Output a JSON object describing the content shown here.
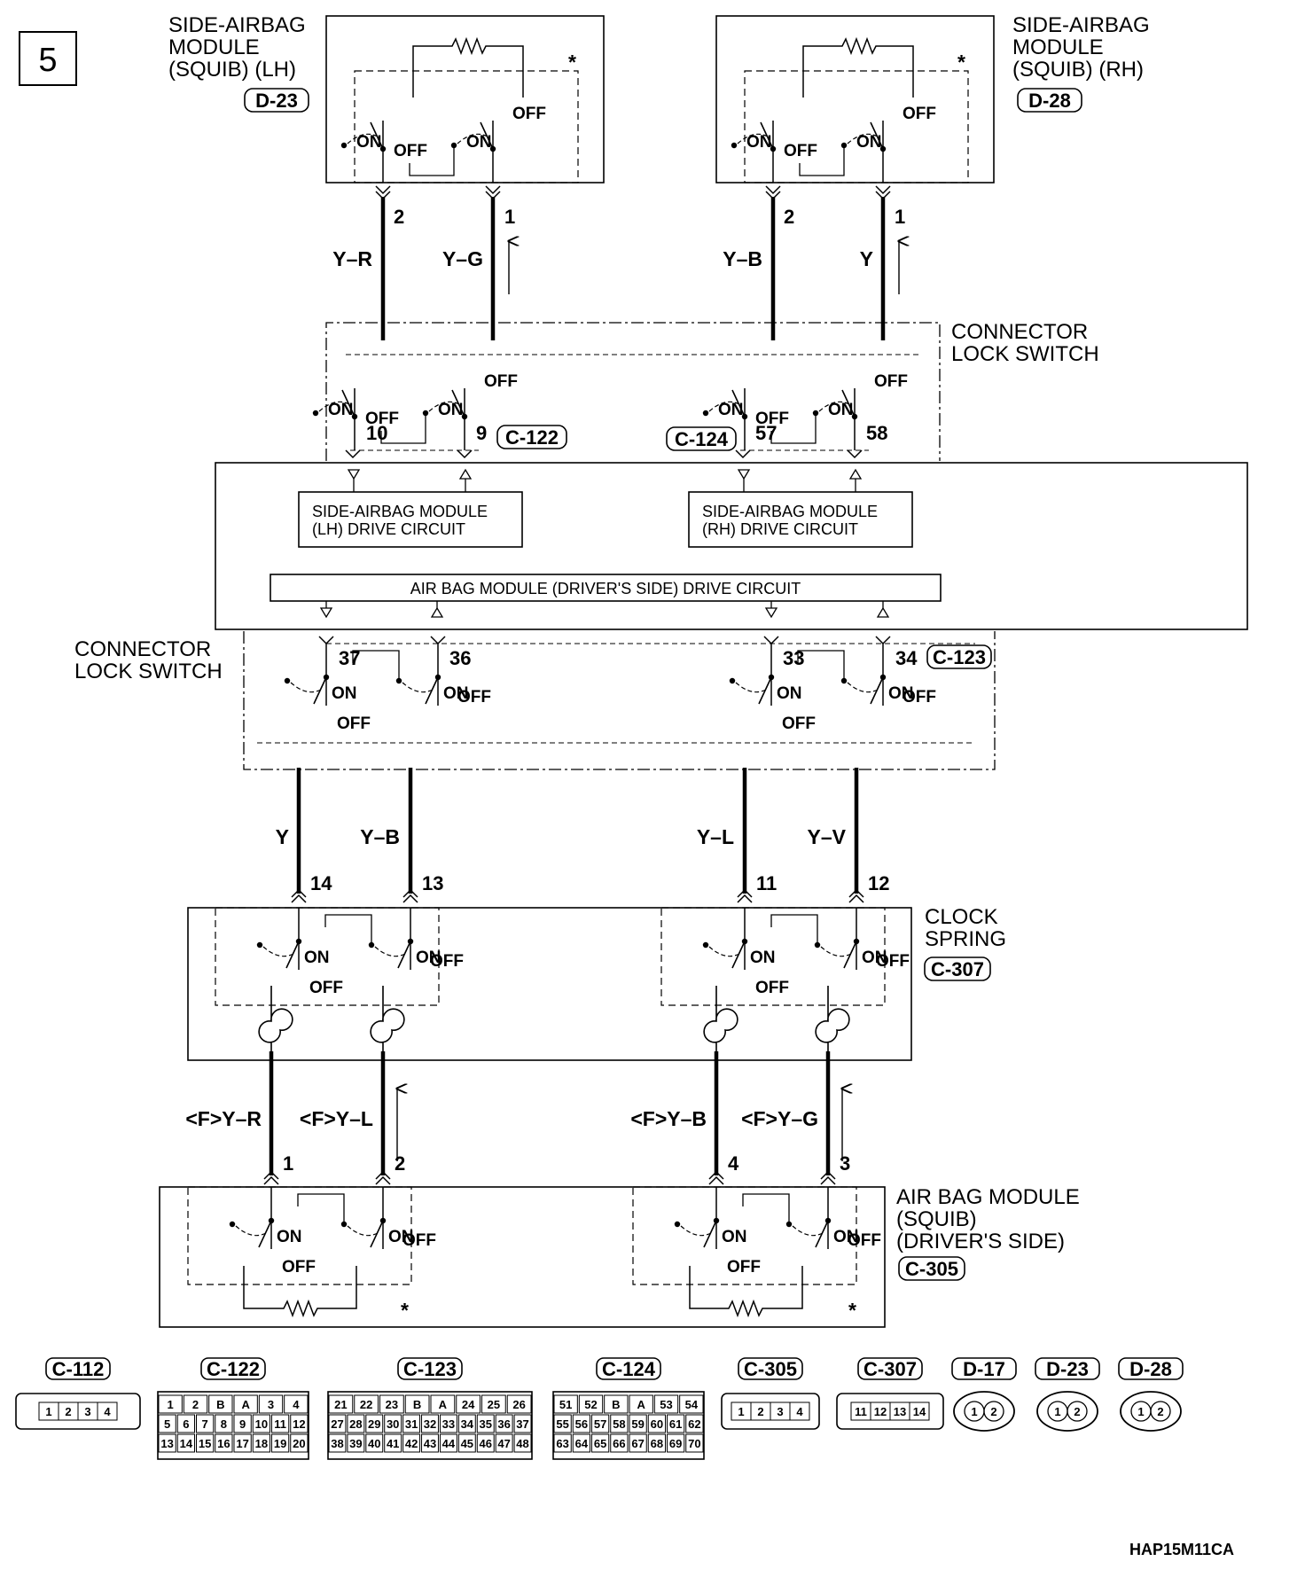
{
  "page_number": "5",
  "figure_code": "HAP15M11CA",
  "labels": {
    "sab_lh": [
      "SIDE-AIRBAG",
      "MODULE",
      "(SQUIB) (LH)"
    ],
    "sab_rh": [
      "SIDE-AIRBAG",
      "MODULE",
      "(SQUIB) (RH)"
    ],
    "cls_upper": [
      "CONNECTOR",
      "LOCK SWITCH"
    ],
    "cls_lower": [
      "CONNECTOR",
      "LOCK SWITCH"
    ],
    "clock_spring": [
      "CLOCK",
      "SPRING"
    ],
    "airbag_driver": [
      "AIR BAG MODULE",
      "(SQUIB)",
      "(DRIVER'S SIDE)"
    ],
    "lh_drive": [
      "SIDE-AIRBAG MODULE",
      "(LH) DRIVE CIRCUIT"
    ],
    "rh_drive": [
      "SIDE-AIRBAG MODULE",
      "(RH) DRIVE CIRCUIT"
    ],
    "driver_drive": "AIR BAG MODULE (DRIVER'S SIDE) DRIVE CIRCUIT"
  },
  "connector_ids": {
    "d23": "D-23",
    "d28": "D-28",
    "c122": "C-122",
    "c124": "C-124",
    "c123": "C-123",
    "c307": "C-307",
    "c305": "C-305"
  },
  "switch_text": {
    "on": "ON",
    "off": "OFF",
    "star": "*"
  },
  "pins": {
    "lh_a": "2",
    "lh_b": "1",
    "rh_a": "2",
    "rh_b": "1",
    "c122_a": "10",
    "c122_b": "9",
    "c124_a": "57",
    "c124_b": "58",
    "c123_a": "37",
    "c123_b": "36",
    "c123_c": "33",
    "c123_d": "34",
    "cs_a": "14",
    "cs_b": "13",
    "cs_c": "11",
    "cs_d": "12",
    "db_a": "1",
    "db_b": "2",
    "db_c": "4",
    "db_d": "3"
  },
  "wire_colors": {
    "lh_a": "Y–R",
    "lh_b": "Y–G",
    "rh_a": "Y–B",
    "rh_b": "Y",
    "mid_a": "Y",
    "mid_b": "Y–B",
    "mid_c": "Y–L",
    "mid_d": "Y–V",
    "low_a": "<F>Y–R",
    "low_b": "<F>Y–L",
    "low_c": "<F>Y–B",
    "low_d": "<F>Y–G"
  },
  "legend_connectors": [
    {
      "id": "C-112",
      "cells": [
        "1",
        "2",
        "3",
        "4"
      ]
    },
    {
      "id": "C-122",
      "rows": [
        [
          "1",
          "2",
          "B",
          "A",
          "3",
          "4"
        ],
        [
          "5",
          "6",
          "7",
          "8",
          "9",
          "10",
          "11",
          "12"
        ],
        [
          "13",
          "14",
          "15",
          "16",
          "17",
          "18",
          "19",
          "20"
        ]
      ]
    },
    {
      "id": "C-123",
      "rows": [
        [
          "21",
          "22",
          "23",
          "B",
          "A",
          "24",
          "25",
          "26"
        ],
        [
          "27",
          "28",
          "29",
          "30",
          "31",
          "32",
          "33",
          "34",
          "35",
          "36",
          "37"
        ],
        [
          "38",
          "39",
          "40",
          "41",
          "42",
          "43",
          "44",
          "45",
          "46",
          "47",
          "48"
        ]
      ]
    },
    {
      "id": "C-124",
      "rows": [
        [
          "51",
          "52",
          "B",
          "A",
          "53",
          "54"
        ],
        [
          "55",
          "56",
          "57",
          "58",
          "59",
          "60",
          "61",
          "62"
        ],
        [
          "63",
          "64",
          "65",
          "66",
          "67",
          "68",
          "69",
          "70"
        ]
      ]
    },
    {
      "id": "C-305",
      "cells": [
        "1",
        "2",
        "3",
        "4"
      ]
    },
    {
      "id": "C-307",
      "cells": [
        "11",
        "12",
        "13",
        "14"
      ]
    },
    {
      "id": "D-17",
      "cells": [
        "1",
        "2"
      ]
    },
    {
      "id": "D-23",
      "cells": [
        "1",
        "2"
      ]
    },
    {
      "id": "D-28",
      "cells": [
        "1",
        "2"
      ]
    }
  ]
}
